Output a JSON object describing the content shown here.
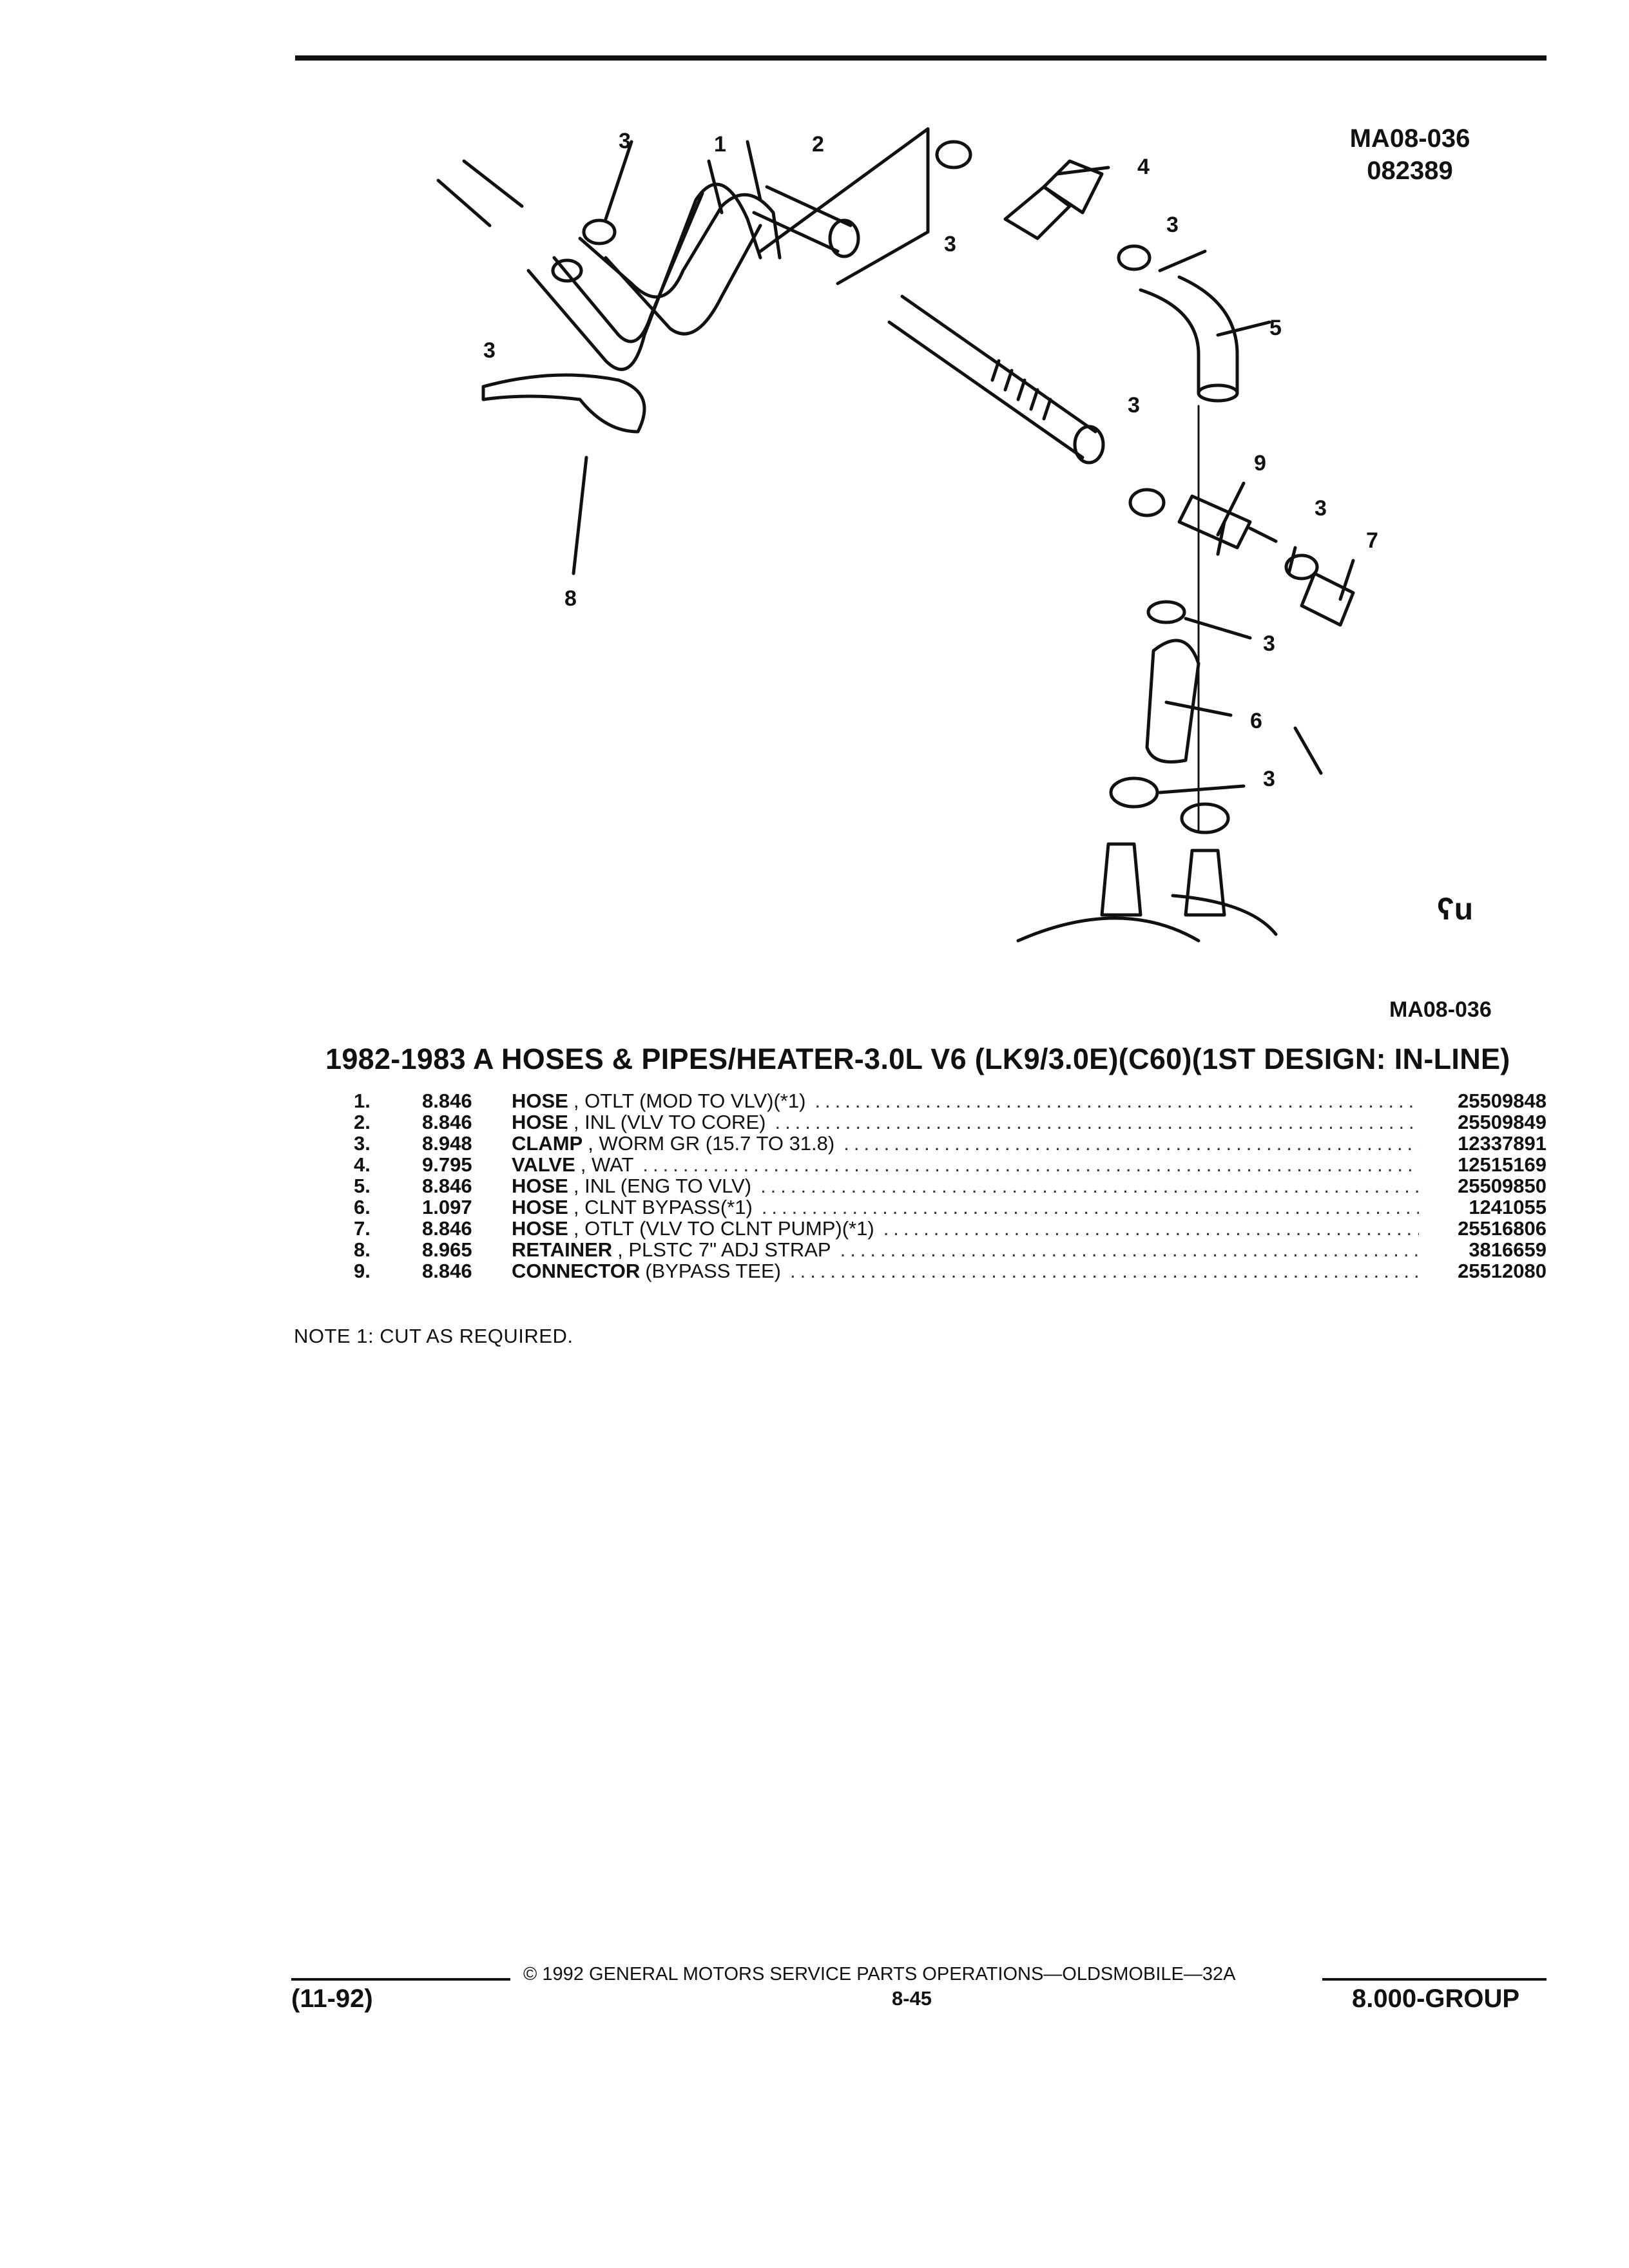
{
  "figure": {
    "id_top": "MA08-036",
    "date_code": "082389",
    "id_bottom": "MA08-036",
    "callouts": [
      "1",
      "2",
      "3",
      "4",
      "5",
      "6",
      "7",
      "8",
      "9"
    ]
  },
  "title": "1982-1983 A HOSES & PIPES/HEATER-3.0L V6 (LK9/3.0E)(C60)(1ST DESIGN: IN-LINE)",
  "parts": [
    {
      "num": "1.",
      "group": "8.846",
      "name": "HOSE",
      "detail": ", OTLT (MOD TO VLV)(*1)",
      "part_no": "25509848"
    },
    {
      "num": "2.",
      "group": "8.846",
      "name": "HOSE",
      "detail": ", INL (VLV TO CORE)",
      "part_no": "25509849"
    },
    {
      "num": "3.",
      "group": "8.948",
      "name": "CLAMP",
      "detail": ", WORM GR (15.7 TO 31.8)",
      "part_no": "12337891"
    },
    {
      "num": "4.",
      "group": "9.795",
      "name": "VALVE",
      "detail": ", WAT",
      "part_no": "12515169"
    },
    {
      "num": "5.",
      "group": "8.846",
      "name": "HOSE",
      "detail": ", INL (ENG TO VLV)",
      "part_no": "25509850"
    },
    {
      "num": "6.",
      "group": "1.097",
      "name": "HOSE",
      "detail": ", CLNT BYPASS(*1)",
      "part_no": "1241055"
    },
    {
      "num": "7.",
      "group": "8.846",
      "name": "HOSE",
      "detail": ", OTLT (VLV TO CLNT PUMP)(*1)",
      "part_no": "25516806"
    },
    {
      "num": "8.",
      "group": "8.965",
      "name": "RETAINER",
      "detail": ", PLSTC 7\" ADJ STRAP",
      "part_no": "3816659"
    },
    {
      "num": "9.",
      "group": "8.846",
      "name": "CONNECTOR",
      "detail": "(BYPASS TEE)",
      "part_no": "25512080"
    }
  ],
  "note": "NOTE  1:  CUT AS REQUIRED.",
  "footer": {
    "copyright": "© 1992 GENERAL MOTORS SERVICE PARTS OPERATIONS—OLDSMOBILE—32A",
    "revision": "(11-92)",
    "page": "8-45",
    "group": "8.000-GROUP"
  },
  "logo_text": "ʕu"
}
